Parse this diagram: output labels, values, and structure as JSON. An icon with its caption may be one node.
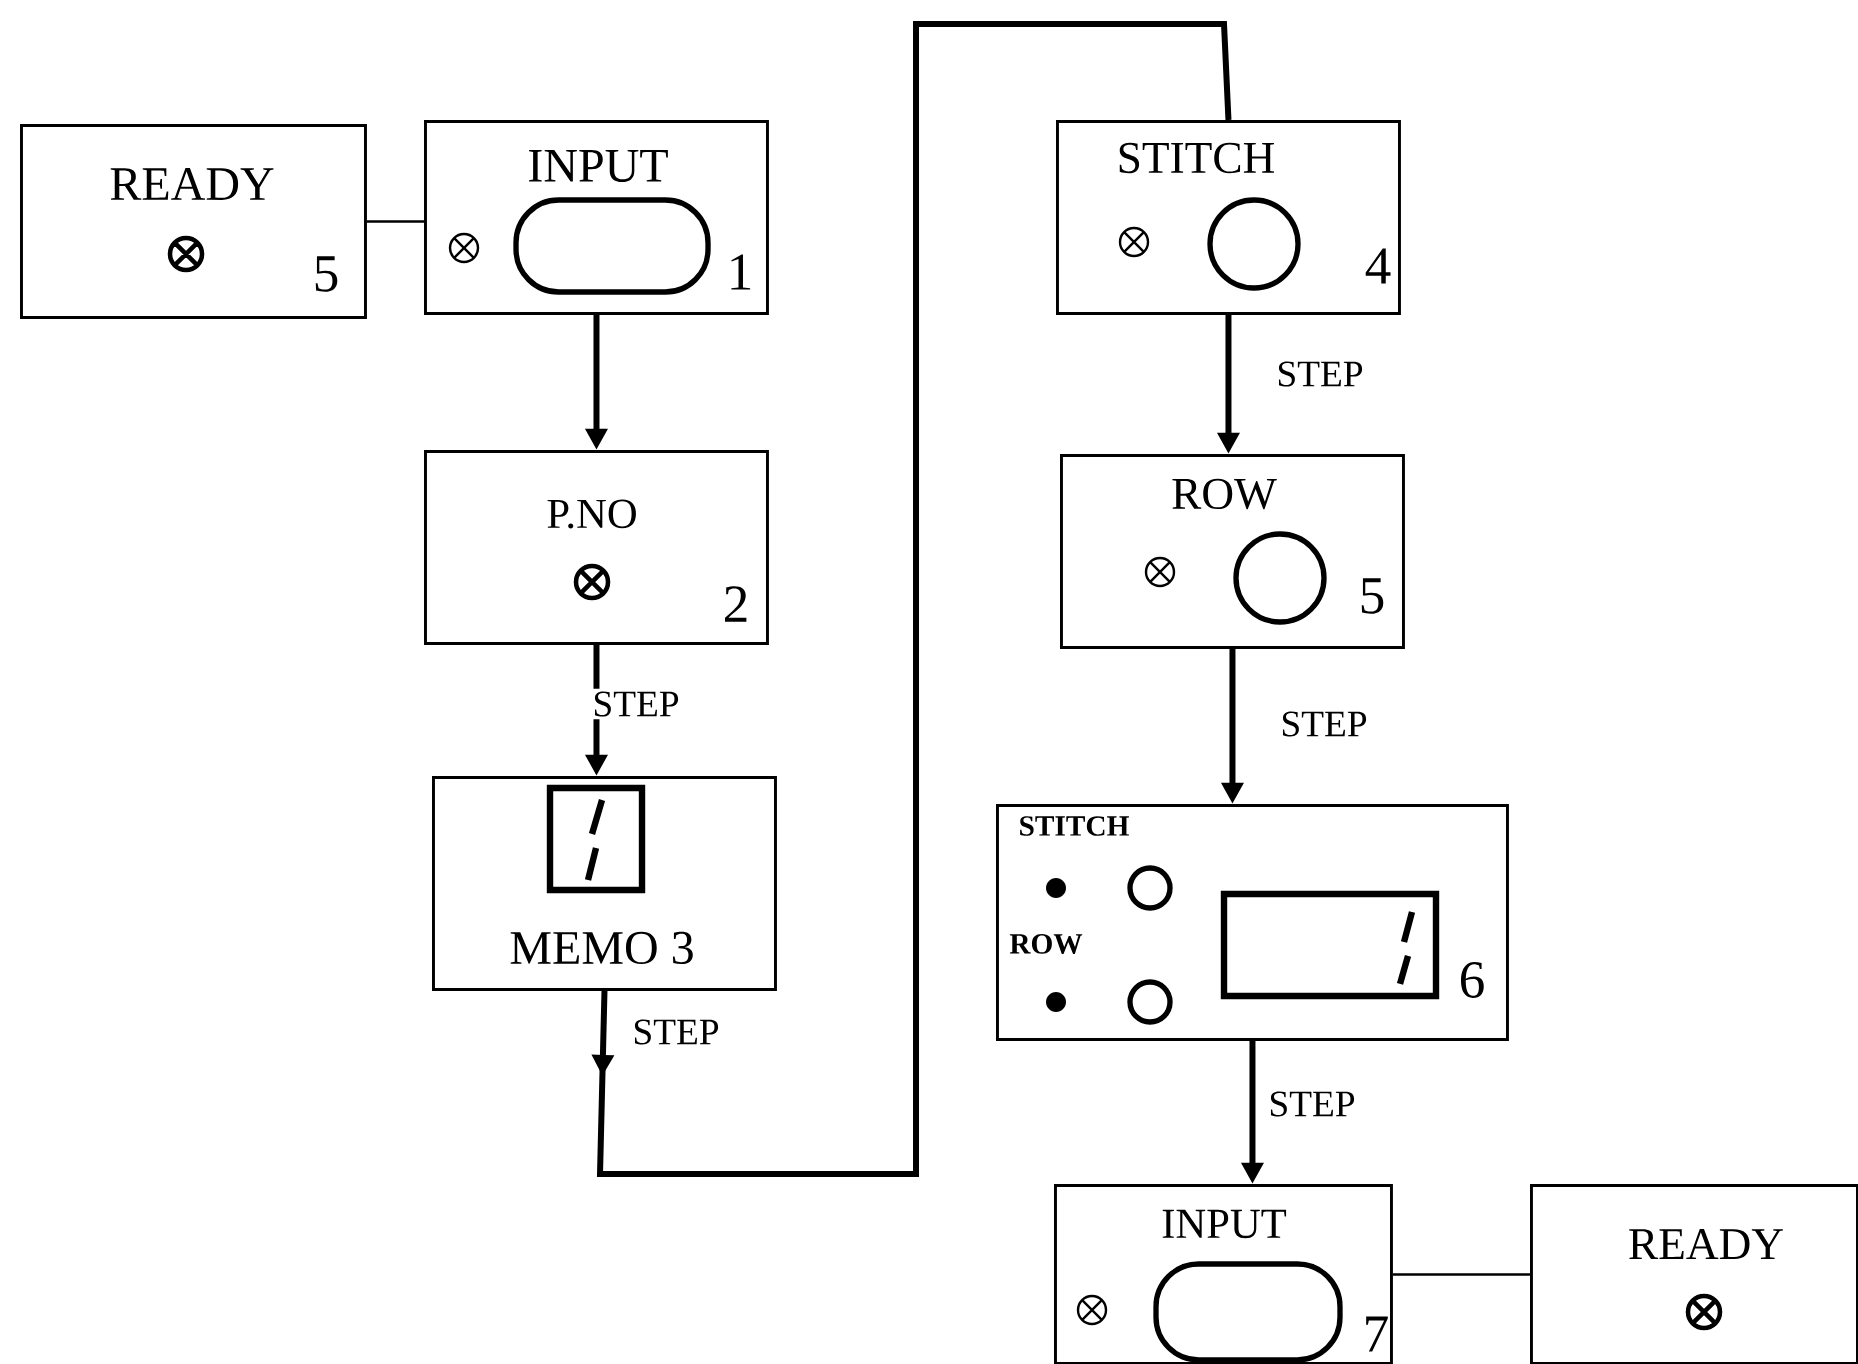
{
  "diagram": {
    "nodes": [
      {
        "text": [
          "READY",
          "5"
        ]
      },
      {
        "text": [
          "INPUT",
          "1"
        ]
      },
      {
        "text": [
          "P.NO",
          "2"
        ]
      },
      {
        "text": [
          "MEMO 3"
        ]
      },
      {
        "text": [
          "STITCH",
          "4"
        ]
      },
      {
        "text": [
          "ROW",
          "5"
        ]
      },
      {
        "text": [
          "STITCH",
          "ROW",
          "6"
        ]
      },
      {
        "text": [
          "INPUT",
          "7"
        ]
      },
      {
        "text": [
          "READY"
        ]
      }
    ],
    "edges": [
      {
        "from": 0,
        "to": 1,
        "arrow": "none"
      },
      {
        "from": 1,
        "to": 2,
        "arrow": "to"
      },
      {
        "from": 2,
        "to": 3,
        "arrow": "to",
        "label": "STEP"
      },
      {
        "from": 3,
        "to": 4,
        "arrow": "to",
        "label": "STEP"
      },
      {
        "from": 4,
        "to": 5,
        "arrow": "to",
        "label": "STEP"
      },
      {
        "from": 5,
        "to": 6,
        "arrow": "to",
        "label": "STEP"
      },
      {
        "from": 6,
        "to": 7,
        "arrow": "to",
        "label": "STEP"
      },
      {
        "from": 7,
        "to": 8,
        "arrow": "none"
      }
    ]
  }
}
